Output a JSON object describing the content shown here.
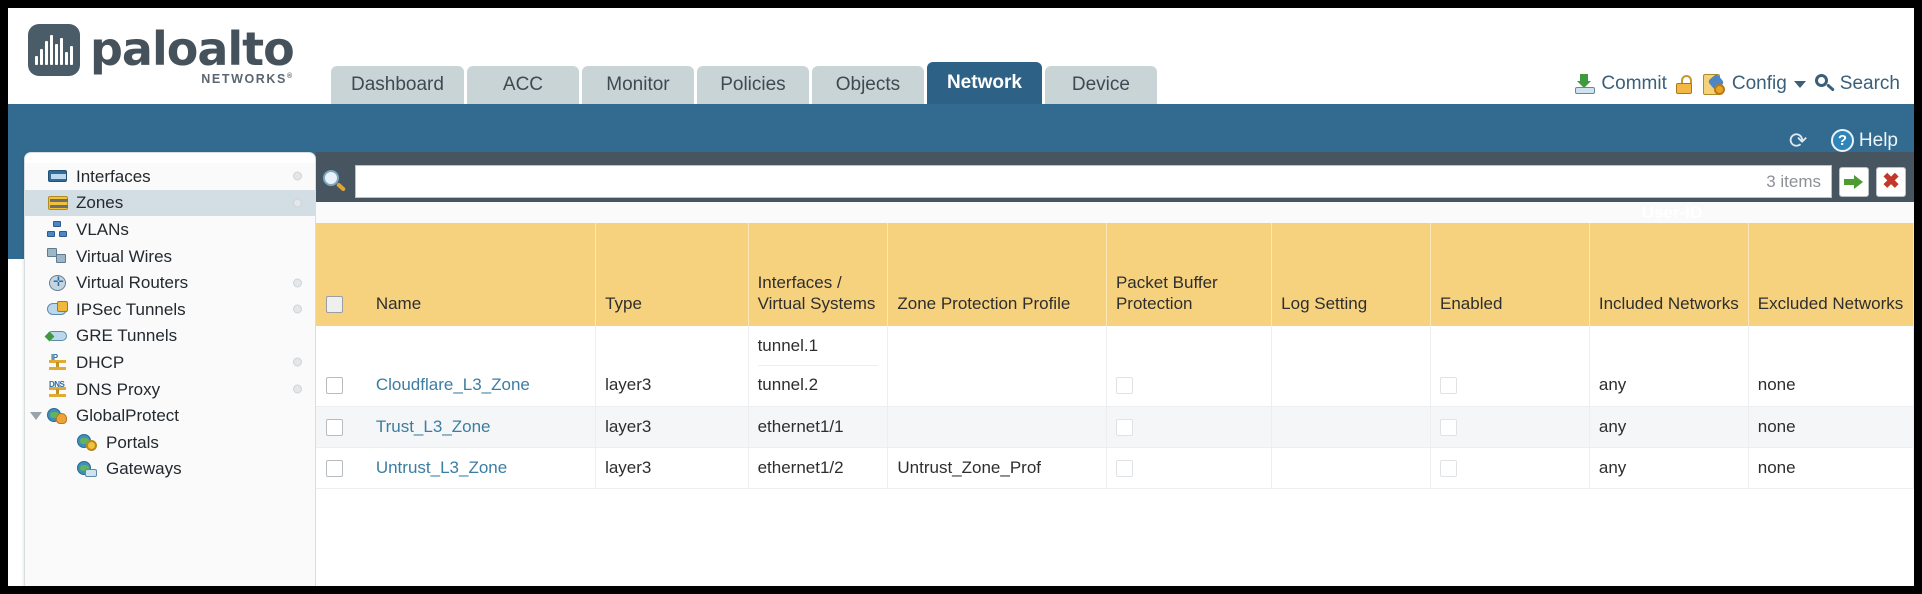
{
  "brand": {
    "name": "paloalto",
    "tagline": "NETWORKS",
    "registered": "®"
  },
  "nav": {
    "tabs": [
      {
        "label": "Dashboard",
        "active": false
      },
      {
        "label": "ACC",
        "active": false
      },
      {
        "label": "Monitor",
        "active": false
      },
      {
        "label": "Policies",
        "active": false
      },
      {
        "label": "Objects",
        "active": false
      },
      {
        "label": "Network",
        "active": true
      },
      {
        "label": "Device",
        "active": false
      }
    ]
  },
  "header_tools": {
    "commit": "Commit",
    "lock_icon": "lock-icon",
    "config": "Config",
    "search": "Search"
  },
  "blue_bar": {
    "refresh_icon": "refresh-icon",
    "help": "Help"
  },
  "sidebar": {
    "items": [
      {
        "label": "Interfaces",
        "icon": "interfaces-icon",
        "selected": false,
        "dot": true,
        "child": false,
        "expander": false
      },
      {
        "label": "Zones",
        "icon": "zones-icon",
        "selected": true,
        "dot": true,
        "child": false,
        "expander": false
      },
      {
        "label": "VLANs",
        "icon": "vlans-icon",
        "selected": false,
        "dot": false,
        "child": false,
        "expander": false
      },
      {
        "label": "Virtual Wires",
        "icon": "virtual-wires-icon",
        "selected": false,
        "dot": false,
        "child": false,
        "expander": false
      },
      {
        "label": "Virtual Routers",
        "icon": "virtual-routers-icon",
        "selected": false,
        "dot": true,
        "child": false,
        "expander": false
      },
      {
        "label": "IPSec Tunnels",
        "icon": "ipsec-tunnels-icon",
        "selected": false,
        "dot": true,
        "child": false,
        "expander": false
      },
      {
        "label": "GRE Tunnels",
        "icon": "gre-tunnels-icon",
        "selected": false,
        "dot": false,
        "child": false,
        "expander": false
      },
      {
        "label": "DHCP",
        "icon": "dhcp-icon",
        "selected": false,
        "dot": true,
        "child": false,
        "expander": false
      },
      {
        "label": "DNS Proxy",
        "icon": "dns-proxy-icon",
        "selected": false,
        "dot": true,
        "child": false,
        "expander": false
      },
      {
        "label": "GlobalProtect",
        "icon": "globalprotect-icon",
        "selected": false,
        "dot": false,
        "child": false,
        "expander": true
      },
      {
        "label": "Portals",
        "icon": "portals-icon",
        "selected": false,
        "dot": false,
        "child": true,
        "expander": false
      },
      {
        "label": "Gateways",
        "icon": "gateways-icon",
        "selected": false,
        "dot": false,
        "child": true,
        "expander": false
      }
    ]
  },
  "search": {
    "value": "",
    "placeholder": "",
    "item_count": "3 items",
    "apply_icon": "apply-filter-icon",
    "clear_icon": "clear-filter-icon",
    "search_icon": "search-icon"
  },
  "table": {
    "group_headers": [
      {
        "label": "User-ID",
        "span": 3
      }
    ],
    "columns": [
      "Name",
      "Type",
      "Interfaces / Virtual Systems",
      "Zone Protection Profile",
      "Packet Buffer Protection",
      "Log Setting",
      "Enabled",
      "Included Networks",
      "Excluded Networks"
    ],
    "rows": [
      {
        "selected": false,
        "name": "Cloudflare_L3_Zone",
        "type": "layer3",
        "interfaces": [
          "tunnel.1",
          "tunnel.2"
        ],
        "zone_protection_profile": "",
        "packet_buffer_protection": false,
        "log_setting": "",
        "userid_enabled": false,
        "included_networks": "any",
        "excluded_networks": "none"
      },
      {
        "selected": false,
        "name": "Trust_L3_Zone",
        "type": "layer3",
        "interfaces": [
          "ethernet1/1"
        ],
        "zone_protection_profile": "",
        "packet_buffer_protection": false,
        "log_setting": "",
        "userid_enabled": false,
        "included_networks": "any",
        "excluded_networks": "none"
      },
      {
        "selected": false,
        "name": "Untrust_L3_Zone",
        "type": "layer3",
        "interfaces": [
          "ethernet1/2"
        ],
        "zone_protection_profile": "Untrust_Zone_Prof",
        "packet_buffer_protection": false,
        "log_setting": "",
        "userid_enabled": false,
        "included_networks": "any",
        "excluded_networks": "none"
      }
    ]
  },
  "colors": {
    "brand_dark": "#45525c",
    "nav_active": "#2e6186",
    "nav_inactive": "#c9d4d6",
    "blue_band": "#336b90",
    "table_header": "#f6d27e",
    "group_header": "#dfaa3b",
    "link": "#3b7ea1",
    "content_frame": "#465560"
  }
}
